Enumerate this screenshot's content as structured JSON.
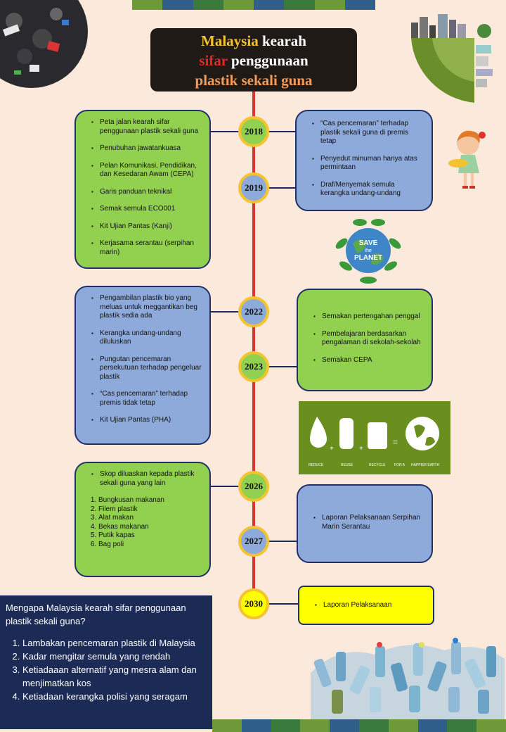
{
  "title": {
    "line1_a": "Malaysia",
    "line1_b": "kearah",
    "line2_a": "sifar",
    "line2_b": "penggunaan",
    "line3": "plastik sekali guna"
  },
  "colors": {
    "background": "#fbe9dc",
    "green_box": "#92d050",
    "blue_box": "#8eaadb",
    "yellow_box": "#ffff00",
    "timeline": "#d9352a",
    "year_ring": "#f4c430",
    "panel": "#1c2b56"
  },
  "years": [
    "2018",
    "2019",
    "2022",
    "2023",
    "2026",
    "2027",
    "2030"
  ],
  "box_2018_left": {
    "items": [
      "Peta jalan kearah sifar penggunaan plastik sekali guna",
      "Penubuhan jawatankuasa",
      "Pelan Komunikasi, Pendidikan, dan Kesedaran Awam (CEPA)",
      "Garis panduan teknikal",
      "Semak semula ECO001",
      "Kit Ujian Pantas (Kanji)",
      "Kerjasama serantau (serpihan marin)"
    ]
  },
  "box_2018_right": {
    "items": [
      "“Cas pencemaran” terhadap plastik sekali guna di premis tetap",
      "Penyedut minuman hanya atas permintaan",
      "Draf/Menyemak semula kerangka undang-undang"
    ]
  },
  "box_2022_left": {
    "items": [
      "Pengambilan plastik bio yang meluas untuk meggantikan beg plastik sedia ada",
      "Kerangka undang-undang diluluskan",
      "Pungutan pencemaran persekutuan terhadap pengeluar plastik",
      "“Cas pencemaran” terhadap premis tidak tetap",
      "Kit Ujian Pantas (PHA)"
    ]
  },
  "box_2022_right": {
    "items": [
      "Semakan pertengahan penggal",
      "Pembelajaran berdasarkan pengalaman di sekolah-sekolah",
      "Semakan CEPA"
    ]
  },
  "box_2026_left": {
    "lead": "Skop diluaskan kepada plastik sekali guna yang lain",
    "list": [
      "Bungkusan makanan",
      "Filem plastik",
      "Alat makan",
      "Bekas makanan",
      "Putik kapas",
      "Bag poli"
    ]
  },
  "box_2026_right": {
    "items": [
      "Laporan Pelaksanaan Serpihan Marin Serantau"
    ]
  },
  "box_2030_right": {
    "items": [
      "Laporan Pelaksanaan"
    ]
  },
  "recycle_graphic": {
    "reduce": "REDUCE",
    "reuse": "REUSE",
    "recycle": "RECYCLE",
    "for_a": "FOR A",
    "happier_earth": "HAPPIER EARTH"
  },
  "save_planet": {
    "line1": "SAVE",
    "line2": "the",
    "line3": "PLANET"
  },
  "why": {
    "question": "Mengapa Malaysia kearah sifar penggunaan plastik sekali guna?",
    "reasons": [
      "Lambakan pencemaran plastik di Malaysia",
      "Kadar mengitar semula yang rendah",
      "Ketiadaaan alternatif yang mesra alam dan menjimatkan kos",
      "Ketiadaan kerangka polisi yang seragam"
    ]
  }
}
